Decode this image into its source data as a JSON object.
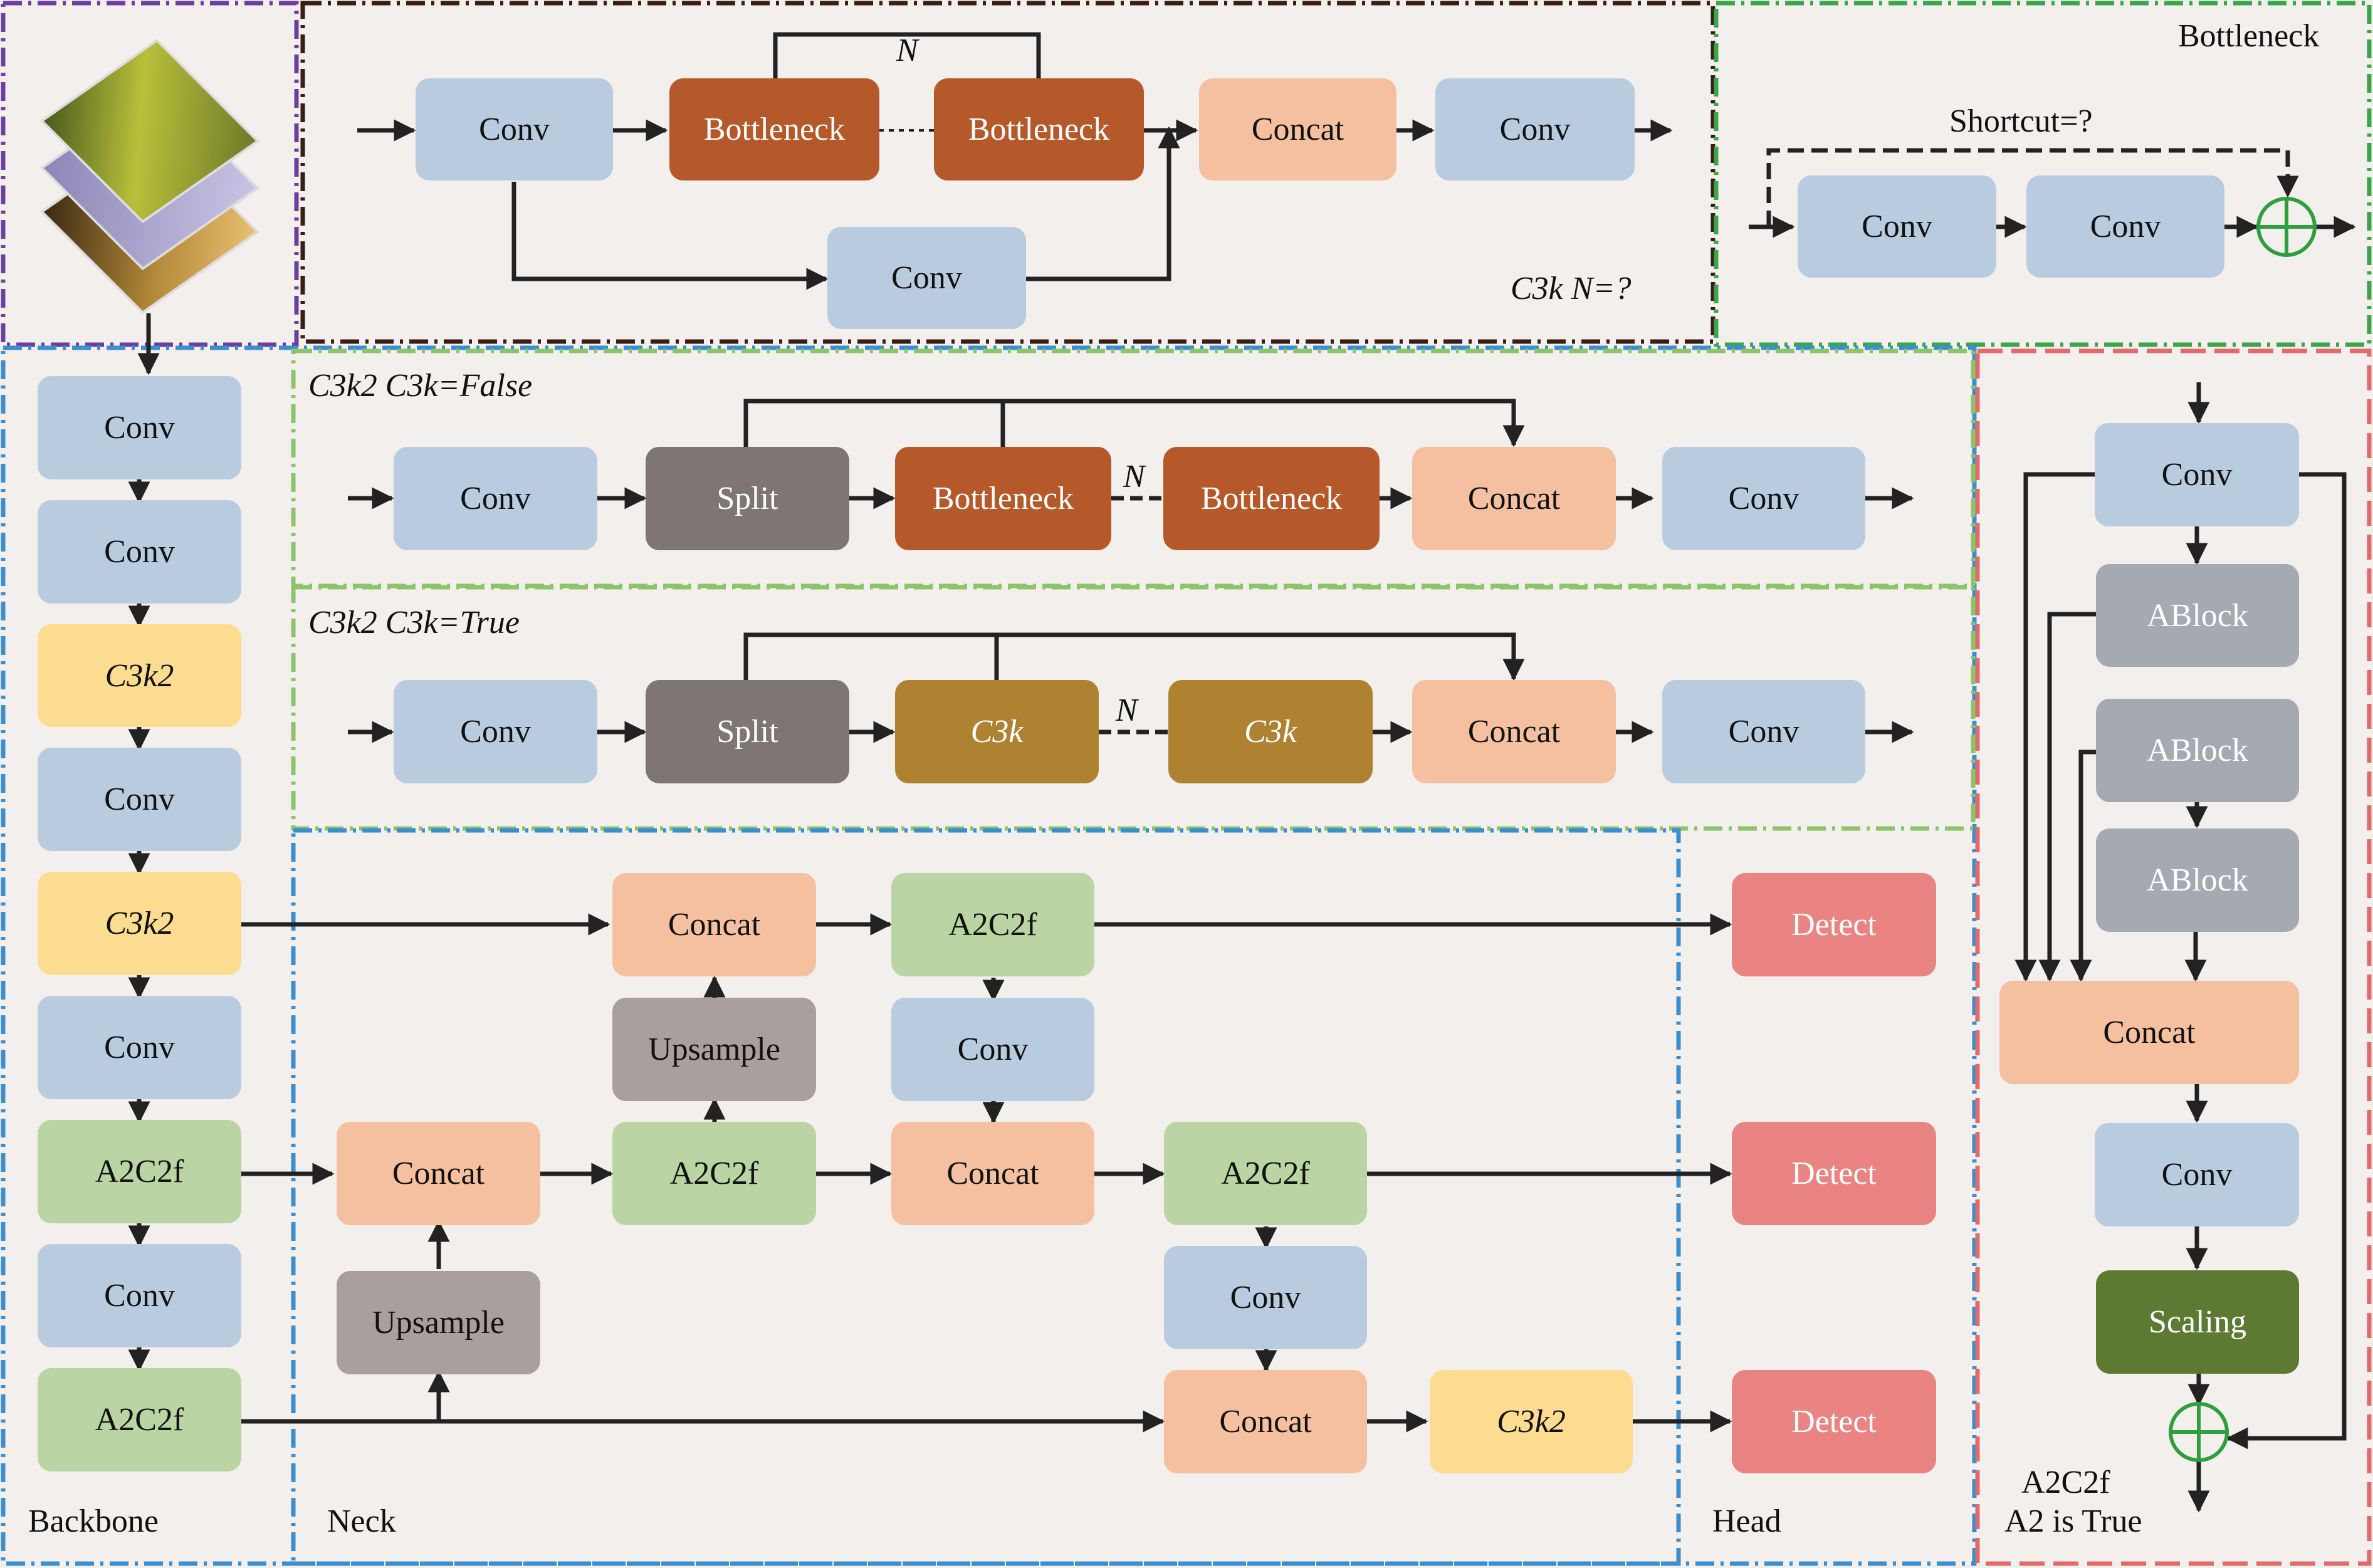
{
  "colors": {
    "conv": "#b8cbdf",
    "c3k2": "#fbdc91",
    "a2c2f": "#bad5a3",
    "concat": "#f5c0a0",
    "detect": "#e98482",
    "upsample": "#a9a09e",
    "split": "#7d7674",
    "bottleneck": "#b6592a",
    "c3k": "#ae8231",
    "ablock": "#a5a9b1",
    "scaling": "#5d7a33",
    "add": "#2e9e3e",
    "frame_input": "#6b3fa0",
    "frame_c3k": "#3a1e14",
    "frame_bottleneck": "#3aa64a",
    "frame_backbone": "#3b8fd0",
    "frame_c3k2": "#8cc46a",
    "frame_a2c2f": "#e06b6b"
  },
  "icons": [
    "input-image-stack",
    "add-circle-icon"
  ],
  "blocks": {
    "conv": "Conv",
    "c3k2": "C3k2",
    "a2c2f": "A2C2f",
    "concat": "Concat",
    "detect": "Detect",
    "upsample": "Upsample",
    "split": "Split",
    "bottleneck": "Bottleneck",
    "c3k": "C3k",
    "ablock": "ABlock",
    "scaling": "Scaling"
  },
  "labels": {
    "n": "N",
    "shortcut": "Shortcut=?",
    "bottleneck_title": "Bottleneck",
    "c3k_title": "C3k N=?",
    "c3k2_false": "C3k2 C3k=False",
    "c3k2_true": "C3k2 C3k=True",
    "backbone": "Backbone",
    "neck": "Neck",
    "head": "Head",
    "a2c2f_line1": "A2C2f",
    "a2c2f_line2": "A2 is True"
  }
}
